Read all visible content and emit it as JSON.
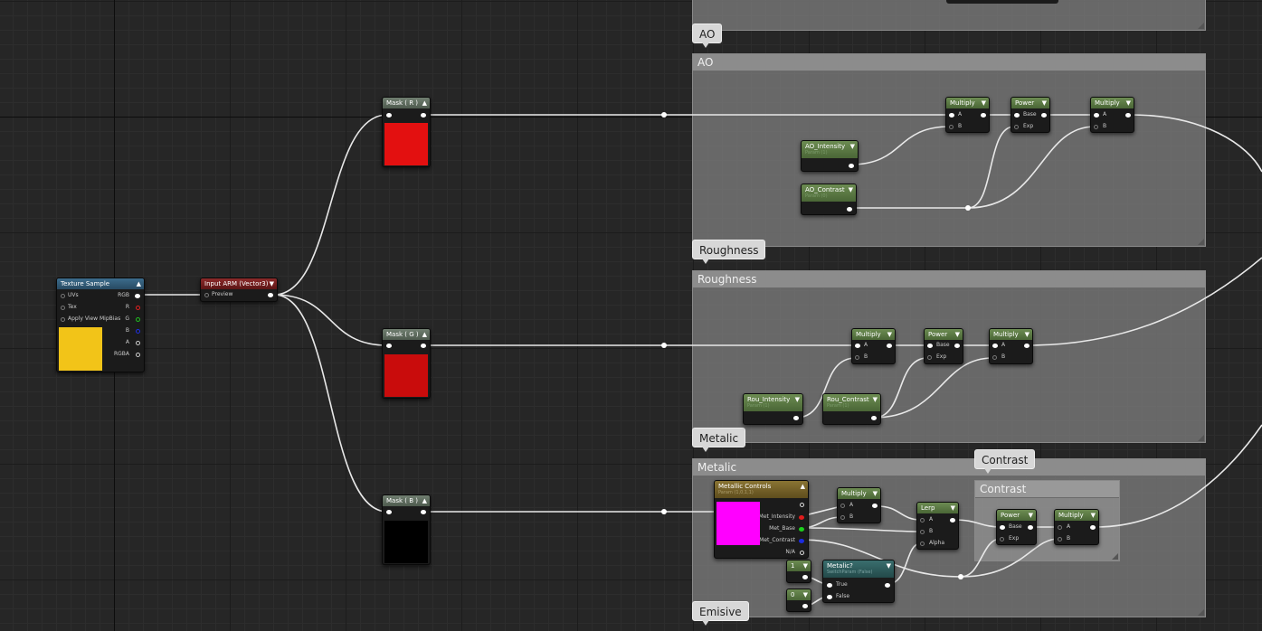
{
  "comments": {
    "ao": {
      "bubble": "AO",
      "title": "AO"
    },
    "roughness": {
      "bubble": "Roughness",
      "title": "Roughness"
    },
    "metalic": {
      "bubble": "Metalic",
      "title": "Metalic"
    },
    "contrast": {
      "bubble": "Contrast",
      "title": "Contrast"
    },
    "emisive": {
      "bubble": "Emisive"
    }
  },
  "nodes": {
    "texture_sample": {
      "title": "Texture Sample",
      "inputs": [
        "UVs",
        "Tex",
        "Apply View MipBias"
      ],
      "outputs": [
        "RGB",
        "R",
        "G",
        "B",
        "A",
        "RGBA"
      ],
      "swatch_color": "#f2c418"
    },
    "input_arm": {
      "title": "Input ARM (Vector3)",
      "pin": "Preview"
    },
    "mask_r": {
      "title": "Mask ( R )",
      "swatch_color": "#e31010"
    },
    "mask_g": {
      "title": "Mask ( G )",
      "swatch_color": "#c90c0c"
    },
    "mask_b": {
      "title": "Mask ( B )",
      "swatch_color": "#000000"
    },
    "ao_multiply_1": {
      "title": "Multiply",
      "a": "A",
      "b": "B"
    },
    "ao_power": {
      "title": "Power",
      "a": "Base",
      "b": "Exp"
    },
    "ao_multiply_2": {
      "title": "Multiply",
      "a": "A",
      "b": "B"
    },
    "ao_intensity": {
      "title": "AO_Intensity",
      "sub": "Param (1)"
    },
    "ao_contrast": {
      "title": "AO_Contrast",
      "sub": "Param (0)"
    },
    "rou_multiply_1": {
      "title": "Multiply",
      "a": "A",
      "b": "B"
    },
    "rou_power": {
      "title": "Power",
      "a": "Base",
      "b": "Exp"
    },
    "rou_multiply_2": {
      "title": "Multiply",
      "a": "A",
      "b": "B"
    },
    "rou_intensity": {
      "title": "Rou_Intensity",
      "sub": "Param (1)"
    },
    "rou_contrast": {
      "title": "Rou_Contrast",
      "sub": "Param (1)"
    },
    "metallic_controls": {
      "title": "Metallic Controls",
      "sub": "Param (1,0,1,1)",
      "outputs": [
        "Met_Intensity",
        "Met_Base",
        "Met_Contrast",
        "N/A"
      ],
      "swatch_color": "#ff00ff"
    },
    "met_multiply": {
      "title": "Multiply",
      "a": "A",
      "b": "B"
    },
    "met_lerp": {
      "title": "Lerp",
      "a": "A",
      "b": "B",
      "c": "Alpha"
    },
    "met_power": {
      "title": "Power",
      "a": "Base",
      "b": "Exp"
    },
    "met_multiply_2": {
      "title": "Multiply",
      "a": "A",
      "b": "B"
    },
    "const_1": {
      "title": "1"
    },
    "const_0": {
      "title": "0"
    },
    "metalic_switch": {
      "title": "Metalic?",
      "sub": "SwitchParam (False)",
      "true": "True",
      "false": "False"
    }
  }
}
